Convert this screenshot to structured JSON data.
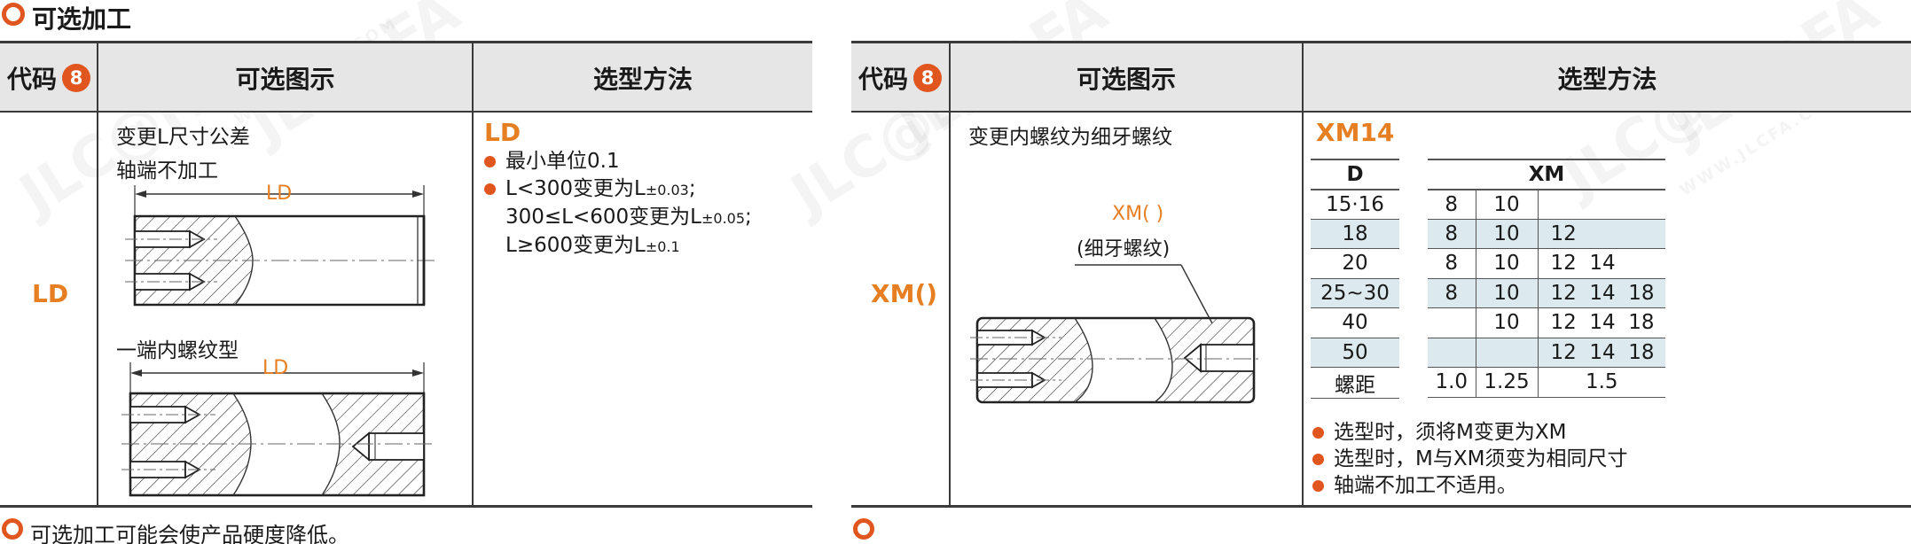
{
  "section_title": "可选加工",
  "footer_note": "可选加工可能会使产品硬度降低。",
  "watermark": "JLC@FA",
  "watermark_sub": "WWW.JLCFA.COM",
  "colors": {
    "accent": "#e0561e",
    "code": "#e67e22",
    "band": "#dce9ee"
  },
  "left_table": {
    "headers": {
      "code": "代码",
      "badge": "8",
      "figure": "可选图示",
      "method": "选型方法"
    },
    "code": "LD",
    "figure_labels": [
      "变更L尺寸公差",
      "轴端不加工",
      "一端内螺纹型"
    ],
    "dim_label_1": "LD",
    "dim_label_2": "LD",
    "method_title": "LD",
    "bullets": [
      {
        "text": "最小单位0.1"
      },
      {
        "line1_pre": "L<300变更为L",
        "line1_sub": "±0.03",
        "line1_post": ";",
        "line2_pre": "300≤L<600变更为L",
        "line2_sub": "±0.05",
        "line2_post": ";",
        "line3_pre": "L≥600变更为L",
        "line3_sub": "±0.1"
      }
    ]
  },
  "right_table": {
    "headers": {
      "code": "代码",
      "badge": "8",
      "figure": "可选图示",
      "method": "选型方法"
    },
    "code": "XM()",
    "figure_label": "变更内螺纹为细牙螺纹",
    "dim_label": "XM( )",
    "dim_sub": "(细牙螺纹)",
    "method_title": "XM14",
    "d_table": {
      "header": "D",
      "rows": [
        "15·16",
        "18",
        "20",
        "25~30",
        "40",
        "50",
        "螺距"
      ]
    },
    "xm_table": {
      "header": "XM",
      "rows": [
        [
          "8",
          "10",
          ""
        ],
        [
          "8",
          "10",
          "12"
        ],
        [
          "8",
          "10",
          "12  14"
        ],
        [
          "8",
          "10",
          "12  14  18"
        ],
        [
          "",
          "10",
          "12  14  18"
        ],
        [
          "",
          "",
          "12  14  18"
        ],
        [
          "1.0",
          "1.25",
          "1.5"
        ]
      ]
    },
    "notes": [
      "选型时，须将M变更为XM",
      "选型时，M与XM须变为相同尺寸",
      "轴端不加工不适用。"
    ]
  }
}
